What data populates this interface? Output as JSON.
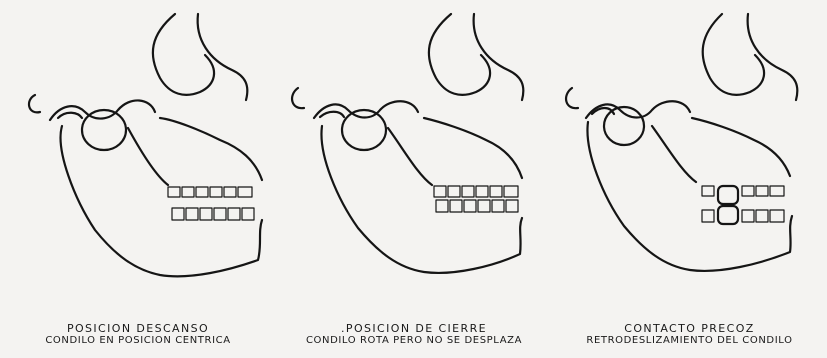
{
  "panels": [
    {
      "title": "POSICION DESCANSO",
      "subtitle": "CONDILO EN POSICION CENTRICA"
    },
    {
      "title": ".POSICION DE CIERRE",
      "subtitle": "CONDILO ROTA PERO NO SE DESPLAZA"
    },
    {
      "title": "CONTACTO PRECOZ",
      "subtitle": "RETRODESLIZAMIENTO DEL CONDILO"
    }
  ]
}
